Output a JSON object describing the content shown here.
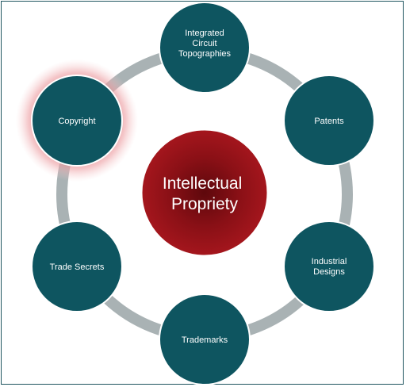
{
  "diagram": {
    "center": {
      "lines": [
        "Intellectual",
        "Propriety"
      ]
    },
    "nodes": [
      {
        "id": "integrated-circuit-topographies",
        "lines": [
          "Integrated",
          "Circuit",
          "Topographies"
        ],
        "highlighted": false
      },
      {
        "id": "patents",
        "lines": [
          "Patents"
        ],
        "highlighted": false
      },
      {
        "id": "industrial-designs",
        "lines": [
          "Industrial",
          "Designs"
        ],
        "highlighted": false
      },
      {
        "id": "trademarks",
        "lines": [
          "Trademarks"
        ],
        "highlighted": false
      },
      {
        "id": "trade-secrets",
        "lines": [
          "Trade Secrets"
        ],
        "highlighted": false
      },
      {
        "id": "copyright",
        "lines": [
          "Copyright"
        ],
        "highlighted": true
      }
    ],
    "colors": {
      "node_fill": "#0e5560",
      "node_stroke": "#ffffff",
      "ring": "#a9b2b4",
      "center_fill": "#9b1218",
      "center_dark": "#5e080c",
      "highlight_glow": "#e07a80",
      "frame": "#1f5560"
    }
  }
}
